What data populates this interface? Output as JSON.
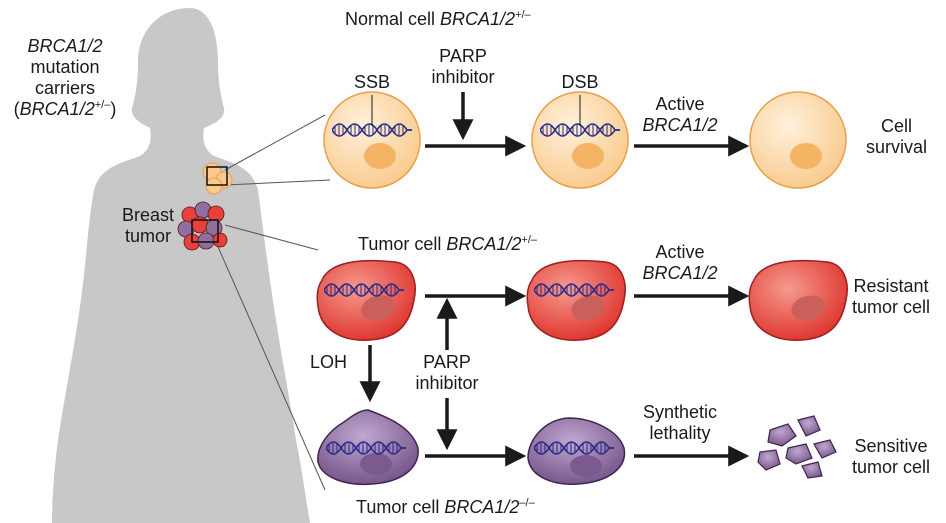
{
  "carriers": {
    "gene": "BRCA1/2",
    "line2": "mutation",
    "line3": "carriers",
    "paren_open": "(",
    "gene2": "BRCA1/2",
    "sup": "+/–",
    "paren_close": ")"
  },
  "breast_tumor": {
    "line1": "Breast",
    "line2": "tumor"
  },
  "normal_row": {
    "title_prefix": "Normal cell ",
    "title_gene": "BRCA1/2",
    "title_sup": "+/–",
    "ssb": "SSB",
    "parp_line1": "PARP",
    "parp_line2": "inhibitor",
    "dsb": "DSB",
    "active_line1": "Active",
    "active_line2": "BRCA1/2",
    "outcome_line1": "Cell",
    "outcome_line2": "survival"
  },
  "tumor_row": {
    "title_prefix": "Tumor cell ",
    "title_gene": "BRCA1/2",
    "title_sup": "+/–",
    "active_line1": "Active",
    "active_line2": "BRCA1/2",
    "outcome_line1": "Resistant",
    "outcome_line2": "tumor cell"
  },
  "middle": {
    "loh": "LOH",
    "parp_line1": "PARP",
    "parp_line2": "inhibitor"
  },
  "lethal_row": {
    "title_prefix": "Tumor cell ",
    "title_gene": "BRCA1/2",
    "title_sup": "–/–",
    "synthetic_line1": "Synthetic",
    "synthetic_line2": "lethality",
    "outcome_line1": "Sensitive",
    "outcome_line2": "tumor cell"
  },
  "colors": {
    "silhouette": "#c8c8c8",
    "normal_fill": "#fbd8a8",
    "normal_stroke": "#e8a04c",
    "nucleus_normal": "#f5b463",
    "tumor_fill": "#e8403a",
    "tumor_stroke": "#9c1f1f",
    "purple_fill": "#8e6fa0",
    "purple_stroke": "#3e2650",
    "dna": "#2a2a8a"
  }
}
